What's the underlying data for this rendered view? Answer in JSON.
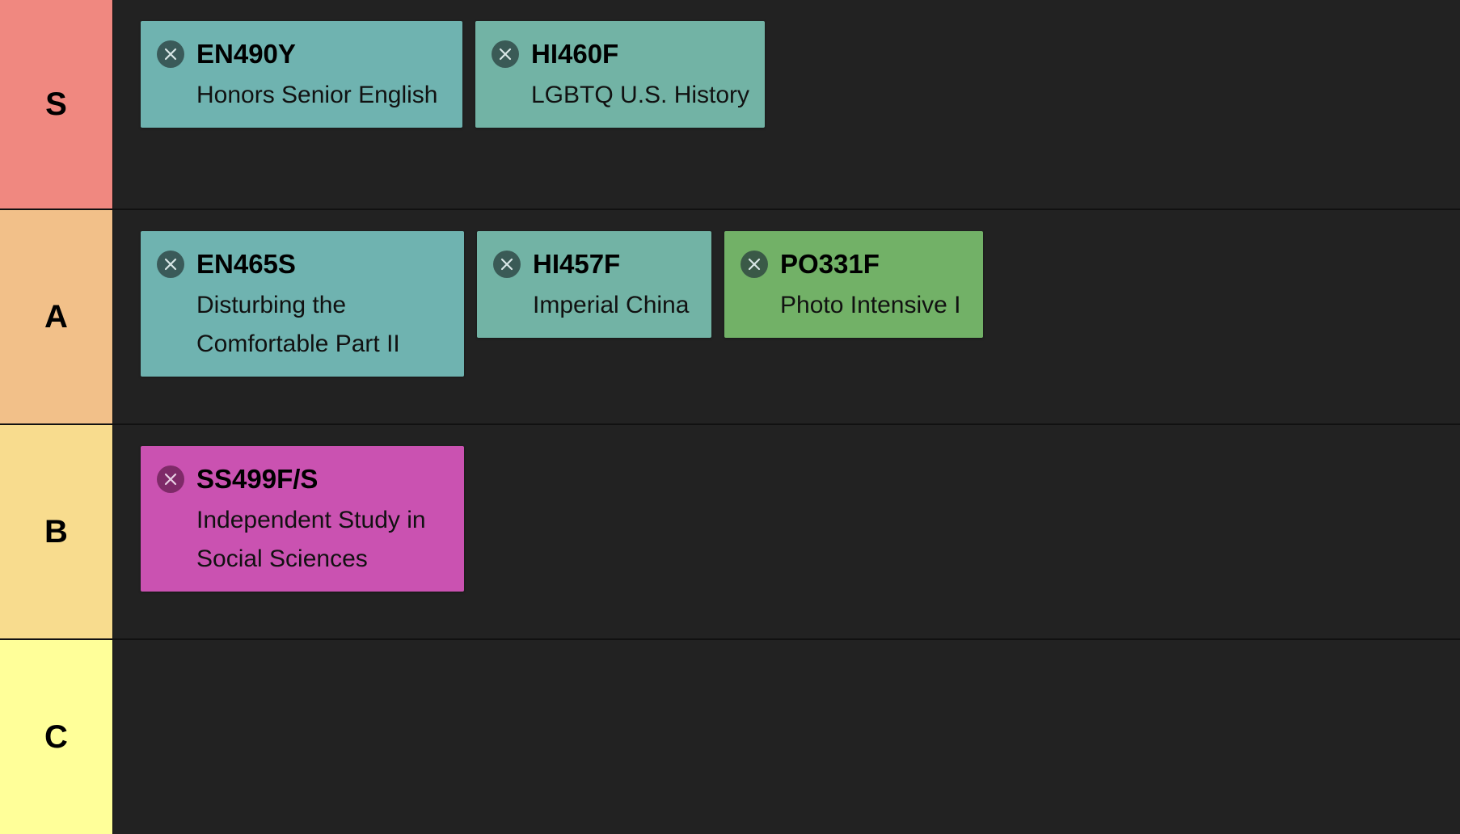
{
  "colors": {
    "background": "#222222",
    "tier_s": "#F08880",
    "tier_a": "#F2C089",
    "tier_b": "#F8DC8E",
    "tier_c": "#FFFF99",
    "card_teal": "#6FB3B0",
    "card_teal_alt": "#72B3A5",
    "card_green": "#72B167",
    "card_magenta": "#CA52B1"
  },
  "tiers": [
    {
      "label": "S",
      "courses": [
        {
          "code": "EN490Y",
          "name": "Honors Senior English",
          "icon": "close-icon"
        },
        {
          "code": "HI460F",
          "name": "LGBTQ U.S. History",
          "icon": "close-icon"
        }
      ]
    },
    {
      "label": "A",
      "courses": [
        {
          "code": "EN465S",
          "name_line1": "Disturbing the",
          "name_line2": "Comfortable Part II",
          "icon": "close-icon"
        },
        {
          "code": "HI457F",
          "name": "Imperial China",
          "icon": "close-icon"
        },
        {
          "code": "PO331F",
          "name": "Photo Intensive I",
          "icon": "close-icon"
        }
      ]
    },
    {
      "label": "B",
      "courses": [
        {
          "code": "SS499F/S",
          "name_line1": "Independent Study in",
          "name_line2": "Social Sciences",
          "icon": "close-icon"
        }
      ]
    },
    {
      "label": "C",
      "courses": []
    }
  ]
}
